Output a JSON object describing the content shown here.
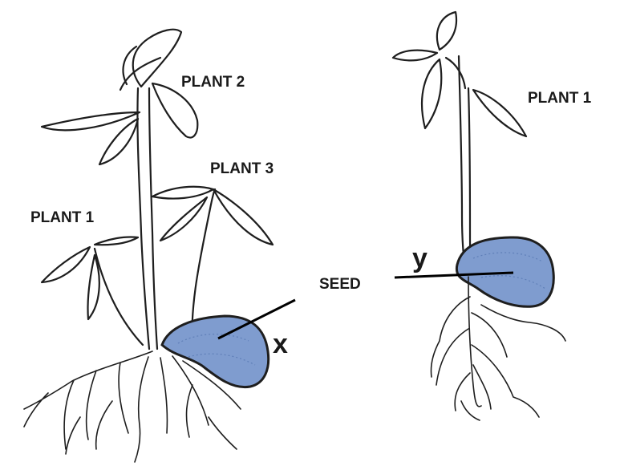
{
  "labels": {
    "left_plant_2": "PLANT 2",
    "left_plant_3": "PLANT 3",
    "left_plant_1": "PLANT 1",
    "right_plant_1": "PLANT 1",
    "seed": "SEED",
    "x": "x",
    "y": "y"
  },
  "colors": {
    "seed_fill": "#7f9ccf",
    "outline": "#1e1e1e"
  }
}
